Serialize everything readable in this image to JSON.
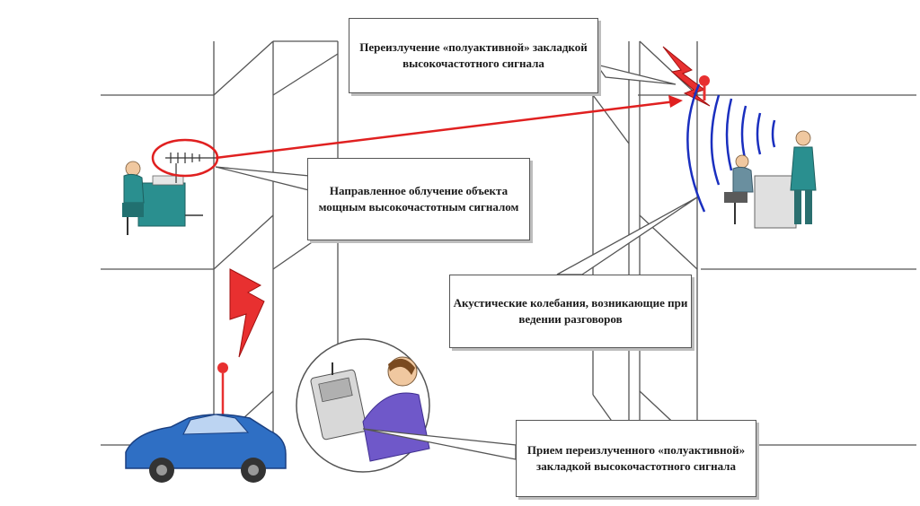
{
  "callouts": {
    "reradiation": "Переизлучение «полуактивной» закладкой высокочастотного сигнала",
    "irradiation": "Направленное облучение объекта мощным высокочастотным сигналом",
    "acoustic": "Акустические колебания, возникающие при ведении разговоров",
    "reception": "Прием переизлученного «полуактивной» закладкой высокочастотного сигнала"
  },
  "colors": {
    "beam": "#e02020",
    "lightning": "#e83030",
    "waves": "#1a2fbf",
    "car": "#2f6fc4",
    "person": "#2a8f8f"
  }
}
